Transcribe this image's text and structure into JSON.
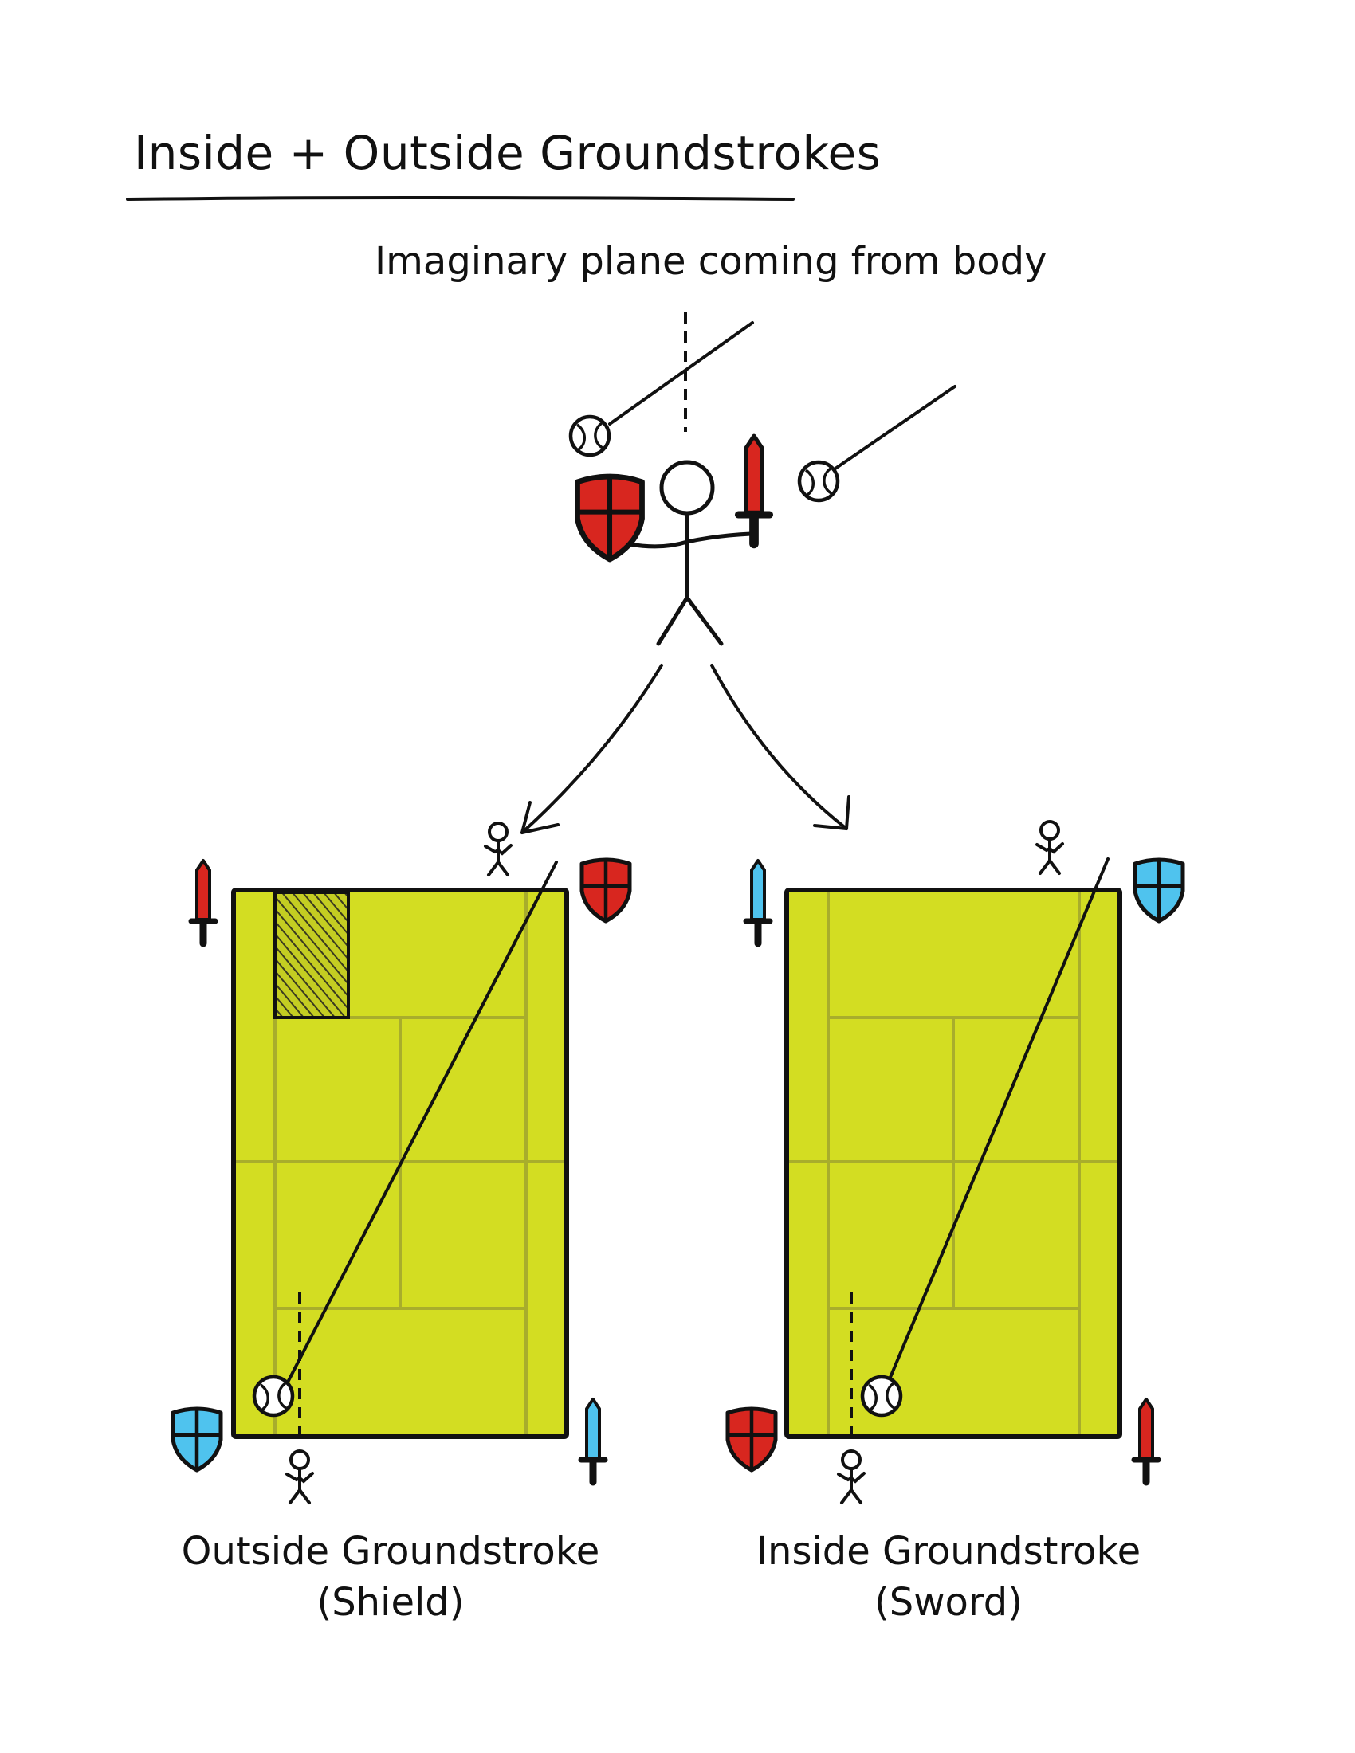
{
  "title": "Inside + Outside Groundstrokes",
  "subtitle": "Imaginary plane coming from body",
  "left_diagram": {
    "caption_line1": "Outside Groundstroke",
    "caption_line2": "(Shield)"
  },
  "right_diagram": {
    "caption_line1": "Inside Groundstroke",
    "caption_line2": "(Sword)"
  },
  "colors": {
    "court": "#d3dd22",
    "court_lines": "#a8ad2c",
    "red": "#d8261f",
    "blue": "#4fc3ee",
    "ink": "#111111"
  },
  "icons": [
    "shield-icon",
    "sword-icon",
    "tennis-ball-icon",
    "stick-figure-icon",
    "arrow-icon"
  ]
}
